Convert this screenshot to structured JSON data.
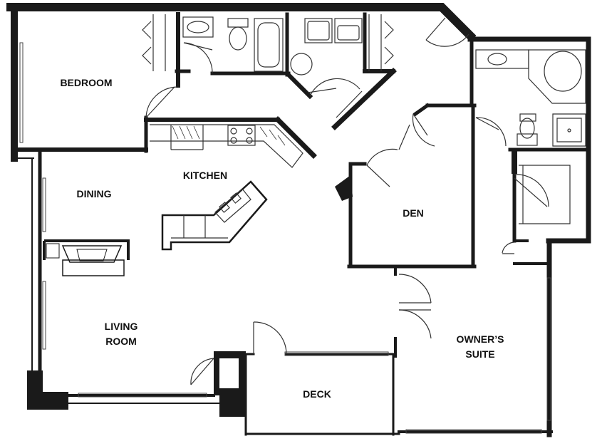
{
  "rooms": {
    "bedroom": "BEDROOM",
    "kitchen": "KITCHEN",
    "dining": "DINING",
    "den": "DEN",
    "living_line1": "LIVING",
    "living_line2": "ROOM",
    "owners_line1": "OWNER’S",
    "owners_line2": "SUITE",
    "deck": "DECK"
  },
  "colors": {
    "wall": "#1a1a1a",
    "fixture": "#333333",
    "background": "#ffffff"
  }
}
